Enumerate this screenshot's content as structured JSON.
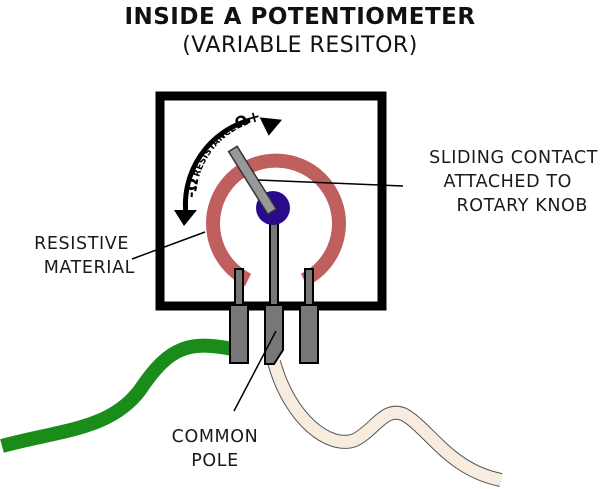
{
  "title": "INSIDE A POTENTIOMETER",
  "subtitle": "(VARIABLE RESITOR)",
  "resistance_arrow": {
    "minus_label": "-Ω",
    "text": "RESISTANCE",
    "plus_label": "Ω+"
  },
  "labels": {
    "sliding_contact": [
      "SLIDING CONTACT",
      "ATTACHED TO",
      "ROTARY KNOB"
    ],
    "resistive_material": [
      "RESISTIVE",
      "MATERIAL"
    ],
    "common_pole": [
      "COMMON",
      "POLE"
    ]
  },
  "colors": {
    "housing": "#000000",
    "resistive_track": "#c0605e",
    "wiper": "#999999",
    "pivot": "#2a0a8c",
    "terminal": "#777777",
    "green_wire": "#1a8c1a",
    "cream_wire": "#f8ebe0"
  }
}
